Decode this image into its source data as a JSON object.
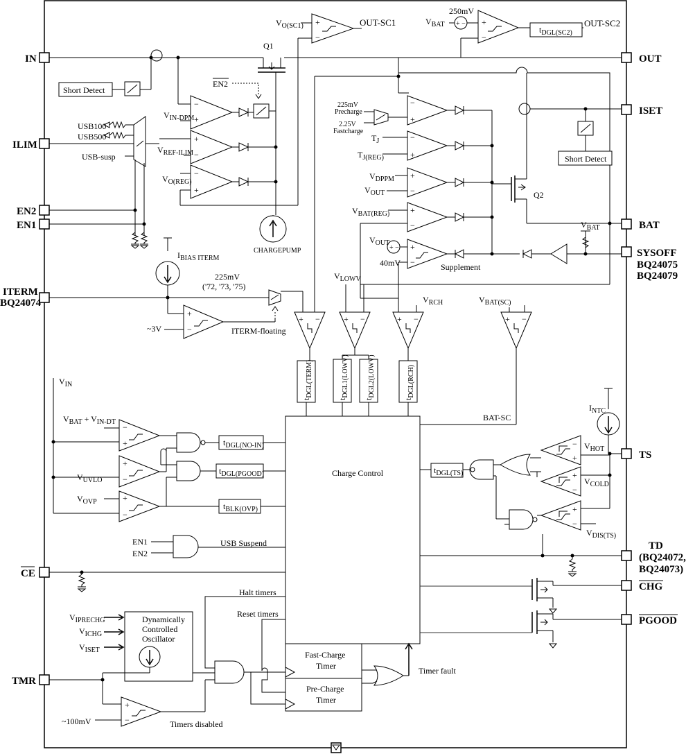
{
  "pins": {
    "in": "IN",
    "ilim": "ILIM",
    "en2": "EN2",
    "en1": "EN1",
    "iterm": "ITERM",
    "iterm_part": "BQ24074",
    "ce": "CE",
    "tmr": "TMR",
    "out": "OUT",
    "iset": "ISET",
    "bat": "BAT",
    "sysoff": "SYSOFF",
    "sysoff_part1": "BQ24075",
    "sysoff_part2": "BQ24079",
    "ts": "TS",
    "td": "TD",
    "td_part1": "(BQ24072,",
    "td_part2": "BQ24073)",
    "chg": "CHG",
    "pgood": "PGOOD"
  },
  "labels": {
    "q1": "Q1",
    "q2": "Q2",
    "en2_bar": "EN2",
    "short_detect_1": "Short Detect",
    "short_detect_2": "Short Detect",
    "usb100": "USB100",
    "usb500": "USB500",
    "usb_susp": "USB-susp",
    "v_in_dpm": "V",
    "v_in_dpm_sub": "IN-DPM",
    "v_ref_ilim": "V",
    "v_ref_ilim_sub": "REF-ILIM",
    "v_o_reg": "V",
    "v_o_reg_sub": "O(REG)",
    "chargepump": "CHARGEPUMP",
    "vo_sc1": "V",
    "vo_sc1_sub": "O(SC1)",
    "out_sc1": "OUT-SC1",
    "vbat_top": "V",
    "vbat_top_sub": "BAT",
    "mv250": "250mV",
    "tdgl_sc2": "t",
    "tdgl_sc2_sub": "DGL(SC2)",
    "out_sc2": "OUT-SC2",
    "precharge_225": "225mV",
    "precharge_word": "Precharge",
    "fastcharge_225": "2.25V",
    "fastcharge_word": "Fastcharge",
    "tj": "T",
    "tj_sub": "J",
    "tj_reg": "T",
    "tj_reg_sub": "J(REG)",
    "vdppm": "V",
    "vdppm_sub": "DPPM",
    "vout": "V",
    "vout_sub": "OUT",
    "vbat_reg": "V",
    "vbat_reg_sub": "BAT(REG)",
    "vout2": "V",
    "vout2_sub": "OUT",
    "mv40": "40mV",
    "supplement": "Supplement",
    "vbat_sysoff": "V",
    "vbat_sysoff_sub": "BAT",
    "ibias": "I",
    "ibias_sub": "BIAS ITERM",
    "iterm_225": "225mV",
    "iterm_parts": "('72, '73, '75)",
    "v3": "~3V",
    "iterm_floating": "ITERM-floating",
    "vlowv": "V",
    "vlowv_sub": "LOWV",
    "vrch": "V",
    "vrch_sub": "RCH",
    "vbat_sc": "V",
    "vbat_sc_sub": "BAT(SC)",
    "tdgl_term": "t",
    "tdgl_term_sub": "DGL(TERM)",
    "tdgl1_lowv": "t",
    "tdgl1_lowv_sub": "DGL1(LOWV)",
    "tdgl2_lowv": "t",
    "tdgl2_lowv_sub": "DGL2(LOWV)",
    "tdgl_rch": "t",
    "tdgl_rch_sub": "DGL(RCH)",
    "bat_sc": "BAT-SC",
    "vin": "V",
    "vin_sub": "IN",
    "vbat_vindt": "V",
    "vbat_vindt_sub": "BAT",
    "vbat_vindt_plus": " + V",
    "vbat_vindt_sub2": "IN-DT",
    "vuvlo": "V",
    "vuvlo_sub": "UVLO",
    "vovp": "V",
    "vovp_sub": "OVP",
    "tdgl_noin": "t",
    "tdgl_noin_sub": "DGL(NO-IN)",
    "tdgl_pgood": "t",
    "tdgl_pgood_sub": "DGL(PGOOD)",
    "tblk_ovp": "t",
    "tblk_ovp_sub": "BLK(OVP)",
    "charge_control": "Charge Control",
    "tdgl_ts": "t",
    "tdgl_ts_sub": "DGL(TS)",
    "intc": "I",
    "intc_sub": "NTC",
    "vhot": "V",
    "vhot_sub": "HOT",
    "vcold": "V",
    "vcold_sub": "COLD",
    "vdis": "V",
    "vdis_sub": "DIS(TS)",
    "en1_in": "EN1",
    "en2_in": "EN2",
    "usb_suspend": "USB Suspend",
    "halt_timers": "Halt timers",
    "reset_timers": "Reset timers",
    "viprechg": "V",
    "viprechg_sub": "IPRECHG",
    "vichg": "V",
    "vichg_sub": "ICHG",
    "viset": "V",
    "viset_sub": "ISET",
    "osc1": "Dynamically",
    "osc2": "Controlled",
    "osc3": "Oscillator",
    "fast1": "Fast-Charge",
    "fast2": "Timer",
    "pre1": "Pre-Charge",
    "pre2": "Timer",
    "timer_fault": "Timer fault",
    "v100": "~100mV",
    "timers_disabled": "Timers disabled"
  }
}
